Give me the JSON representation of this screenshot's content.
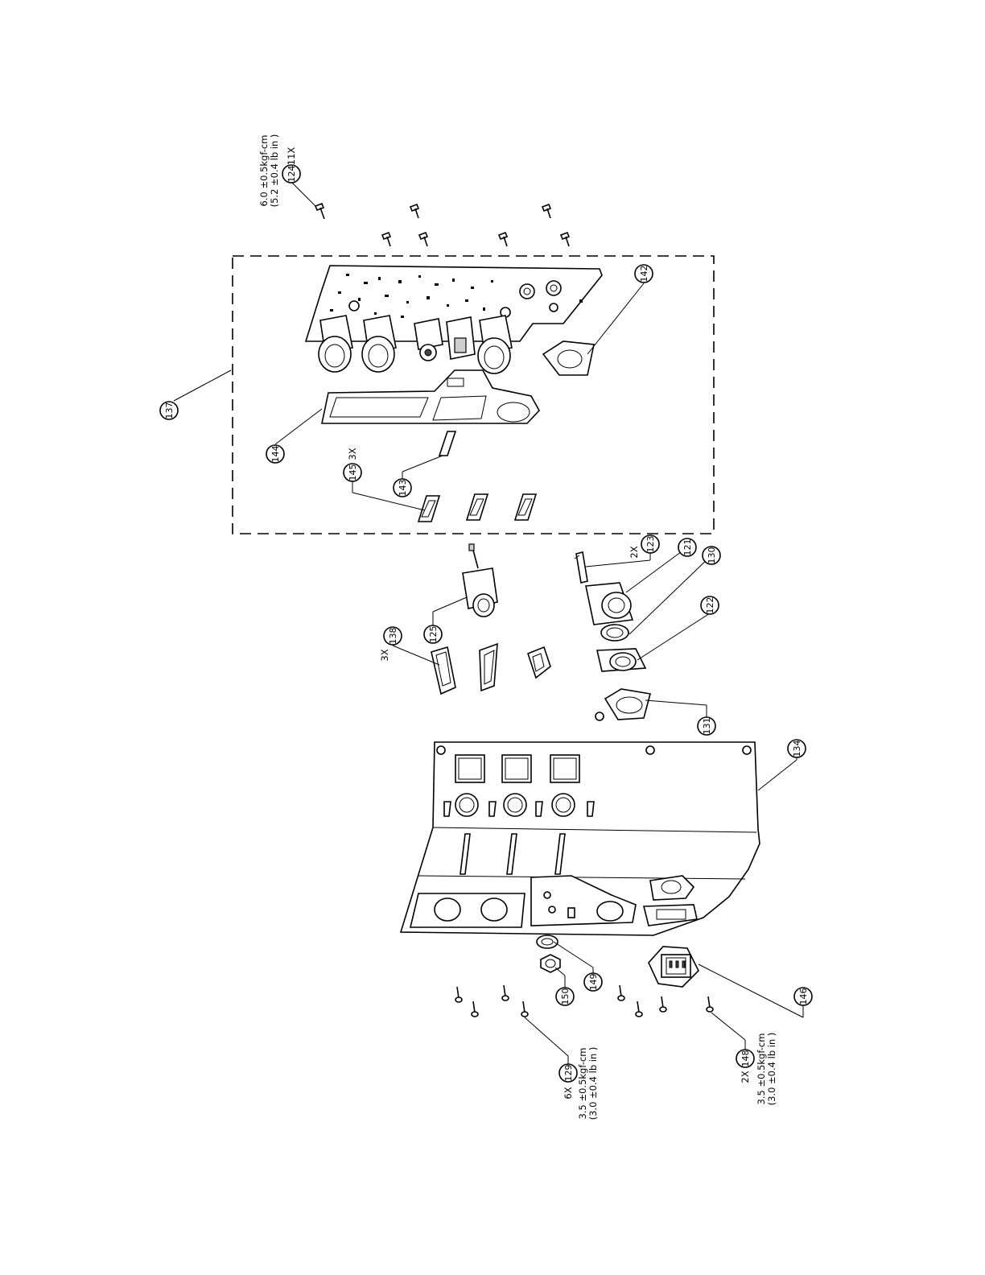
{
  "callouts": [
    {
      "id": "124",
      "label": "124"
    },
    {
      "id": "142",
      "label": "142"
    },
    {
      "id": "137",
      "label": "137"
    },
    {
      "id": "144",
      "label": "144"
    },
    {
      "id": "145",
      "label": "145"
    },
    {
      "id": "143",
      "label": "143"
    },
    {
      "id": "123",
      "label": "123"
    },
    {
      "id": "121",
      "label": "121"
    },
    {
      "id": "130",
      "label": "130"
    },
    {
      "id": "125",
      "label": "125"
    },
    {
      "id": "138",
      "label": "138"
    },
    {
      "id": "122",
      "label": "122"
    },
    {
      "id": "131",
      "label": "131"
    },
    {
      "id": "134",
      "label": "134"
    },
    {
      "id": "149",
      "label": "149"
    },
    {
      "id": "150",
      "label": "150"
    },
    {
      "id": "146",
      "label": "146"
    },
    {
      "id": "129",
      "label": "129"
    },
    {
      "id": "148",
      "label": "148"
    }
  ],
  "quantities": {
    "q124": "11X",
    "q145": "3X",
    "q123": "2X",
    "q138": "3X",
    "q129": "6X",
    "q148": "2X"
  },
  "torque_notes": {
    "t124_line1": "6.0 ±0.5kgf-cm",
    "t124_line2": "(5.2 ±0.4 lb in )",
    "t129_line1": "3.5 ±0.5kgf-cm",
    "t129_line2": "(3.0 ±0.4 lb in )",
    "t148_line1": "3.5 ±0.5kgf-cm",
    "t148_line2": "(3.0 ±0.4 lb in )"
  }
}
